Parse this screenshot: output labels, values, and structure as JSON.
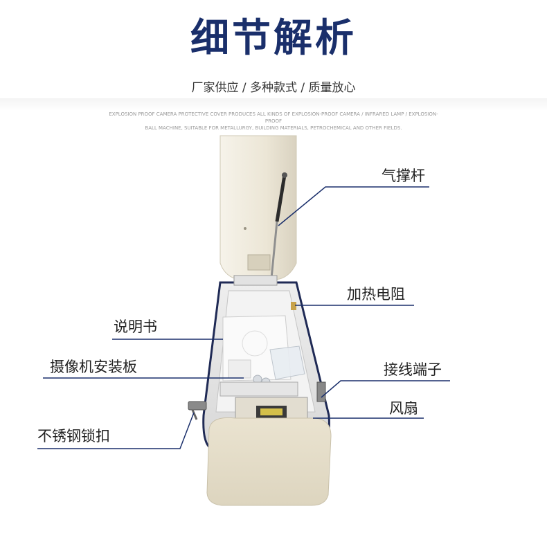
{
  "header": {
    "title": "细节解析",
    "subtitle": "厂家供应 / 多种款式 / 质量放心",
    "description_line1": "EXPLOSION PROOF CAMERA PROTECTIVE COVER PRODUCES ALL KINDS OF EXPLOSION-PROOF CAMERA / INFRARED LAMP / EXPLOSION-PROOF",
    "description_line2": "BALL MACHINE, SUITABLE FOR METALLURGY, BUILDING MATERIALS, PETROCHEMICAL AND OTHER FIELDS."
  },
  "callouts": {
    "gas_strut": "气撑杆",
    "heating_resistor": "加热电阻",
    "manual": "说明书",
    "camera_mount_plate": "摄像机安装板",
    "terminal_block": "接线端子",
    "fan": "风扇",
    "stainless_lock": "不锈钢锁扣"
  },
  "colors": {
    "title": "#1a2f6b",
    "leader_line": "#1a2f6b",
    "housing": "#ece6d6"
  }
}
